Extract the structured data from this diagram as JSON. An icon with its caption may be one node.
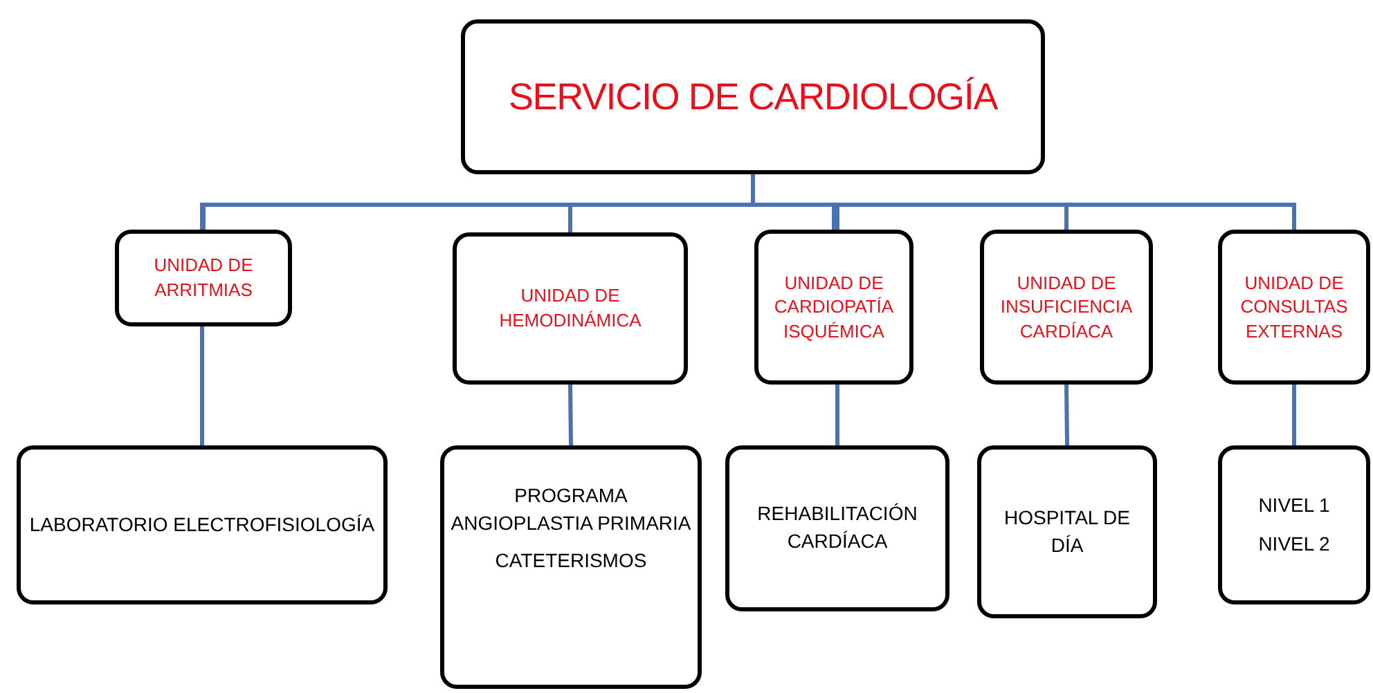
{
  "diagram": {
    "nodes": [
      {
        "text": [
          "SERVICIO DE CARDIOLOGÍA"
        ]
      },
      {
        "text": [
          "UNIDAD DE ARRITMIAS"
        ]
      },
      {
        "text": [
          "UNIDAD DE HEMODINÁMICA"
        ]
      },
      {
        "text": [
          "UNIDAD DE CARDIOPATÍA ISQUÉMICA"
        ]
      },
      {
        "text": [
          "UNIDAD DE INSUFICIENCIA CARDÍACA"
        ]
      },
      {
        "text": [
          "UNIDAD DE CONSULTAS EXTERNAS"
        ]
      },
      {
        "text": [
          "LABORATORIO ELECTROFISIOLOGÍA"
        ]
      },
      {
        "text": [
          "PROGRAMA ANGIOPLASTIA PRIMARIA",
          "CATETERISMOS"
        ]
      },
      {
        "text": [
          "REHABILITACIÓN CARDÍACA"
        ]
      },
      {
        "text": [
          "HOSPITAL DE DÍA"
        ]
      },
      {
        "text": [
          "NIVEL 1",
          "NIVEL 2"
        ]
      }
    ],
    "edges": [
      {
        "from": 0,
        "to": 1,
        "arrow": "none"
      },
      {
        "from": 0,
        "to": 2,
        "arrow": "none"
      },
      {
        "from": 0,
        "to": 3,
        "arrow": "none"
      },
      {
        "from": 0,
        "to": 4,
        "arrow": "none"
      },
      {
        "from": 0,
        "to": 5,
        "arrow": "none"
      },
      {
        "from": 1,
        "to": 6,
        "arrow": "none"
      },
      {
        "from": 2,
        "to": 7,
        "arrow": "none"
      },
      {
        "from": 3,
        "to": 8,
        "arrow": "none"
      },
      {
        "from": 4,
        "to": 9,
        "arrow": "none"
      },
      {
        "from": 5,
        "to": 10,
        "arrow": "none"
      }
    ]
  }
}
